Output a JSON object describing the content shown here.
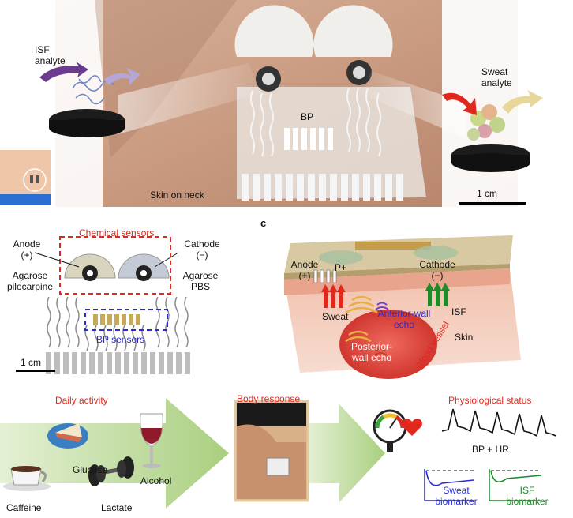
{
  "panel_a": {
    "isf_analyte_line1": "ISF",
    "isf_analyte_line2": "analyte",
    "sweat_analyte_line1": "Sweat",
    "sweat_analyte_line2": "analyte",
    "bp_label": "BP",
    "skin_label": "Skin on neck",
    "scale_bar": "1 cm"
  },
  "panel_b": {
    "chemical_sensors": "Chemical sensors",
    "anode_line1": "Anode",
    "anode_line2": "(+)",
    "cathode_line1": "Cathode",
    "cathode_line2": "(−)",
    "agarose_left_line1": "Agarose",
    "agarose_left_line2": "pilocarpine",
    "agarose_right_line1": "Agarose",
    "agarose_right_line2": "PBS",
    "bp_sensors": "BP sensors",
    "scale_bar": "1 cm"
  },
  "panel_c": {
    "panel_letter": "c",
    "anode_line1": "Anode",
    "anode_line2": "(+)",
    "p_plus": "P+",
    "cathode_line1": "Cathode",
    "cathode_line2": "(−)",
    "sweat": "Sweat",
    "isf": "ISF",
    "anterior_line1": "Anterior-wall",
    "anterior_line2": "echo",
    "posterior_line1": "Posterior-",
    "posterior_line2": "wall echo",
    "skin": "Skin",
    "blood_vessel": "Blood vessel"
  },
  "panel_d": {
    "daily_activity": "Daily activity",
    "body_response": "Body response",
    "physiological_status": "Physiological status",
    "glucose": "Glucose",
    "alcohol": "Alcohol",
    "caffeine": "Caffeine",
    "lactate": "Lactate",
    "bp_hr": "BP + HR",
    "sweat_bio_line1": "Sweat",
    "sweat_bio_line2": "biomarker",
    "isf_bio_line1": "ISF",
    "isf_bio_line2": "biomarker"
  },
  "colors": {
    "red": "#e0281f",
    "blue": "#2a2ad0",
    "green": "#1f8a2a",
    "skin": "#c99a80",
    "arrow_green": "#b9d98f"
  }
}
